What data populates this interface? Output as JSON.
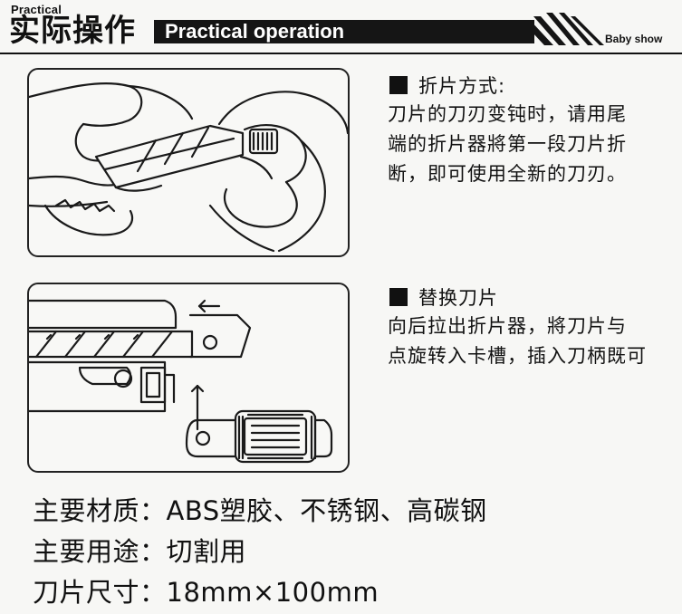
{
  "header": {
    "brand_en": "Practical",
    "brand_cn": "实际操作",
    "title": "Practical operation",
    "tagline": "Baby show"
  },
  "sections": [
    {
      "title": "折片方式:",
      "lines": [
        "刀片的刀刃变钝时，请用尾",
        "端的折片器將第一段刀片折",
        "断，即可使用全新的刀刃。"
      ]
    },
    {
      "title": "替换刀片",
      "lines": [
        "向后拉出折片器，將刀片与",
        "点旋转入卡槽，插入刀柄既可"
      ]
    }
  ],
  "specs": [
    {
      "label": "主要材质：",
      "value": "ABS塑胶、不锈钢、高碳钢"
    },
    {
      "label": "主要用途：",
      "value": "切割用"
    },
    {
      "label": "刀片尺寸：",
      "value": "18mm×100mm"
    }
  ],
  "colors": {
    "ink": "#111111",
    "paper": "#f7f7f5",
    "title_bar": "#151515"
  }
}
